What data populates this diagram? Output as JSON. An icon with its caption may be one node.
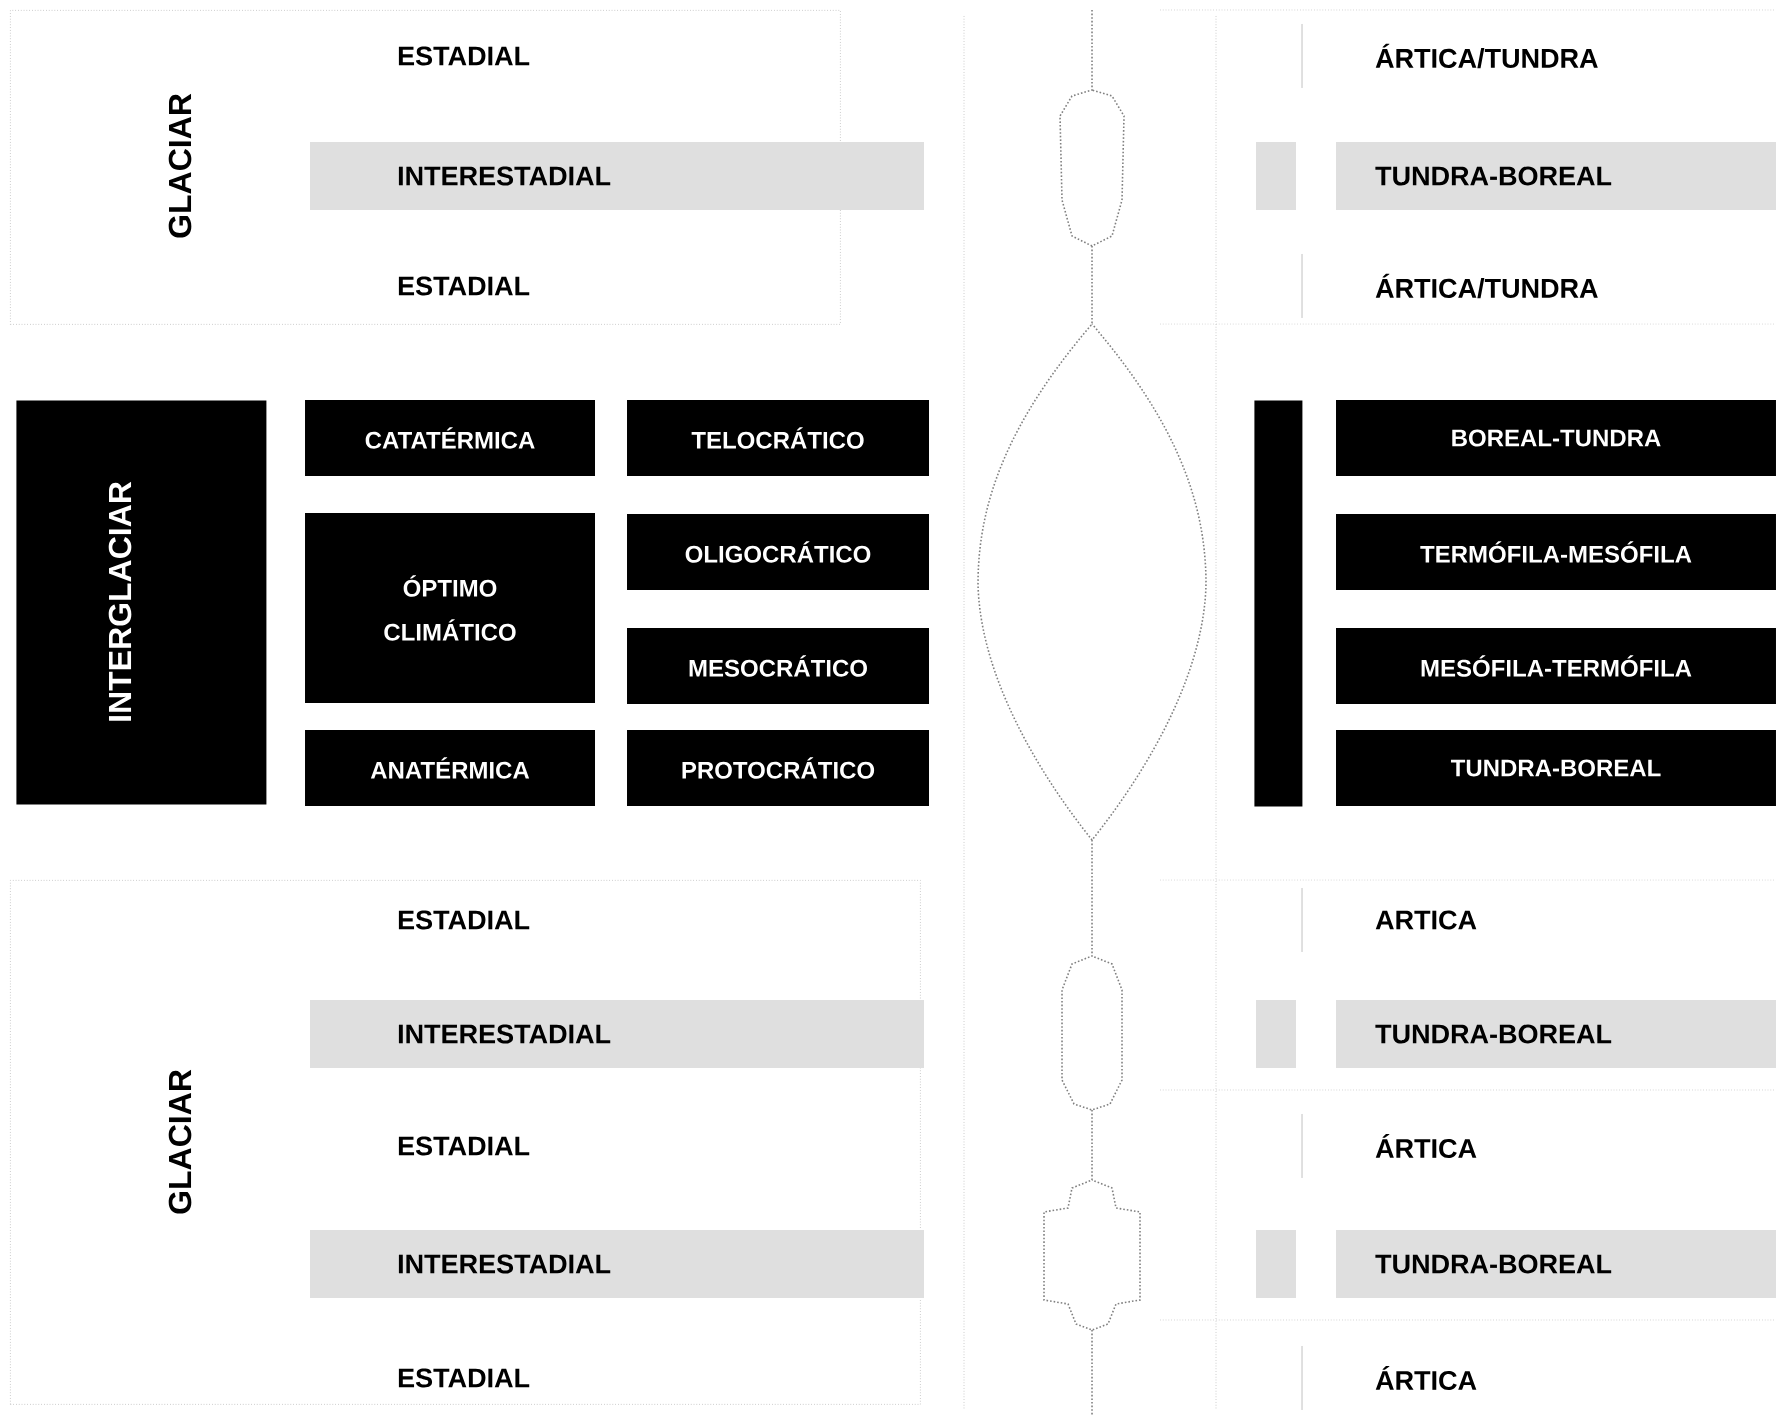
{
  "diagram": {
    "nodes": [
      {
        "text": [
          "GLACIAR"
        ]
      },
      {
        "text": [
          "ESTADIAL"
        ],
        "in": 0
      },
      {
        "text": [
          "INTERESTADIAL"
        ],
        "in": 0
      },
      {
        "text": [
          "ESTADIAL"
        ],
        "in": 0
      },
      {
        "text": [
          "INTERGLACIAR"
        ]
      },
      {
        "text": [
          "CATATÉRMICA"
        ]
      },
      {
        "text": [
          "TELOCRÁTICO"
        ]
      },
      {
        "text": [
          "ÓPTIMO CLIMÁTICO"
        ]
      },
      {
        "text": [
          "OLIGOCRÁTICO"
        ]
      },
      {
        "text": [
          "MESOCRÁTICO"
        ]
      },
      {
        "text": [
          "ANATÉRMICA"
        ]
      },
      {
        "text": [
          "PROTOCRÁTICO"
        ]
      },
      {
        "text": [
          "GLACIAR"
        ]
      },
      {
        "text": [
          "ESTADIAL"
        ],
        "in": 12
      },
      {
        "text": [
          "INTERESTADIAL"
        ],
        "in": 12
      },
      {
        "text": [
          "ESTADIAL"
        ],
        "in": 12
      },
      {
        "text": [
          "INTERESTADIAL"
        ],
        "in": 12
      },
      {
        "text": [
          "ESTADIAL"
        ],
        "in": 12
      },
      {
        "text": [
          "ÁRTICA/TUNDRA"
        ]
      },
      {
        "text": [
          "TUNDRA-BOREAL"
        ]
      },
      {
        "text": [
          "ÁRTICA/TUNDRA"
        ]
      },
      {
        "text": [],
        "shape": "bar"
      },
      {
        "text": [
          "BOREAL-TUNDRA"
        ]
      },
      {
        "text": [
          "TERMÓFILA-MESÓFILA"
        ]
      },
      {
        "text": [
          "MESÓFILA-TERMÓFILA"
        ]
      },
      {
        "text": [
          "TUNDRA-BOREAL"
        ]
      },
      {
        "text": [
          "ARTICA"
        ]
      },
      {
        "text": [
          "TUNDRA-BOREAL"
        ]
      },
      {
        "text": [
          "ÁRTICA"
        ]
      },
      {
        "text": [
          "TUNDRA-BOREAL"
        ]
      },
      {
        "text": [
          "ÁRTICA"
        ]
      }
    ]
  }
}
